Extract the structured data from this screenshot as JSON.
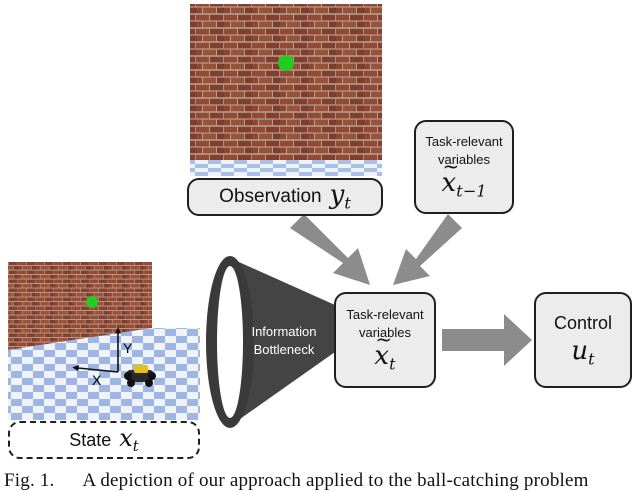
{
  "observation_box": {
    "label": "Observation",
    "symbol": "y",
    "subscript": "t"
  },
  "prev_box": {
    "line1": "Task-relevant",
    "line2": "variables",
    "symbol": "x",
    "subscript": "t−1"
  },
  "funnel": {
    "line1": "Information",
    "line2": "Bottleneck"
  },
  "current_box": {
    "line1": "Task-relevant",
    "line2": "variables",
    "symbol": "x",
    "subscript": "t"
  },
  "control_box": {
    "label": "Control",
    "symbol": "u",
    "subscript": "t"
  },
  "state_box": {
    "label": "State",
    "symbol": "x",
    "subscript": "t"
  },
  "axes": {
    "y_label": "Y",
    "x_label": "X"
  },
  "caption": {
    "fig": "Fig. 1.",
    "text": "A depiction of our approach applied to the ball-catching problem"
  },
  "colors": {
    "brick": "#9a4a36",
    "mortar": "#c9b8a6",
    "checker_light": "#eaf0fb",
    "checker_blue": "#9fb6e2",
    "arrow_gray": "#8c8c8c",
    "funnel_dark": "#3a3a3a",
    "ball_green": "#22cc22"
  }
}
